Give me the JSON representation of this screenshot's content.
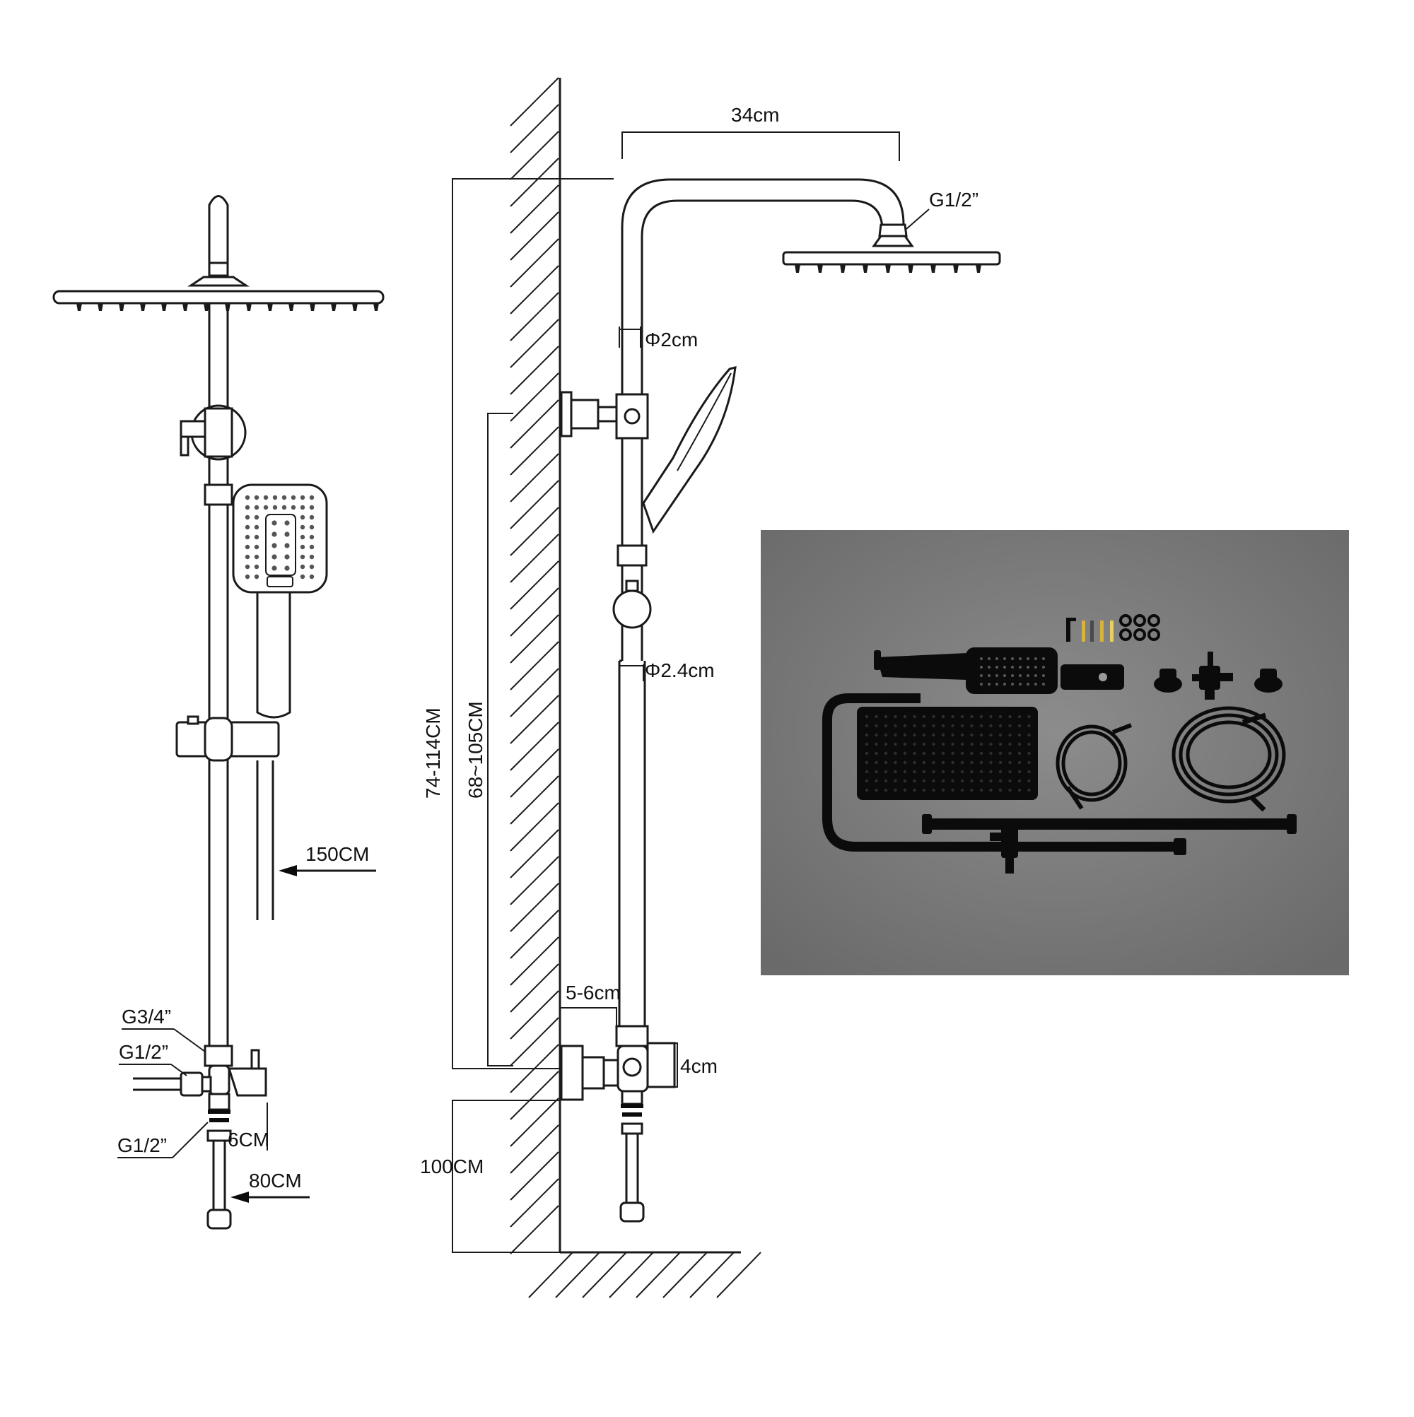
{
  "labels": {
    "front": {
      "g34": "G3/4”",
      "g12_upper": "G1/2”",
      "g12_lower": "G1/2”",
      "hose_length": "150CM",
      "cm6": "6CM",
      "cm80": "80CM"
    },
    "side": {
      "arm_width": "34cm",
      "head_thread": "G1/2”",
      "pipe_upper_dia": "Φ2cm",
      "pipe_lower_dia": "Φ2.4cm",
      "total_height": "74-114CM",
      "rail_height": "68~105CM",
      "wall_offset": "5-6cm",
      "valve_width": "4cm",
      "floor_height": "100CM"
    }
  },
  "colors": {
    "line": "#1a1a1a",
    "photo_bg": "#7b7b7b",
    "product": "#0b0b0b",
    "brass": "#d8b23a"
  },
  "photo": {
    "icons": [
      "rain-shower-head-icon",
      "hand-shower-icon",
      "shower-arm-icon",
      "riser-rail-icon",
      "hose-icon",
      "slide-bracket-icon",
      "diverter-valve-icon",
      "wall-flange-icon",
      "screws-icon",
      "washers-icon"
    ]
  }
}
